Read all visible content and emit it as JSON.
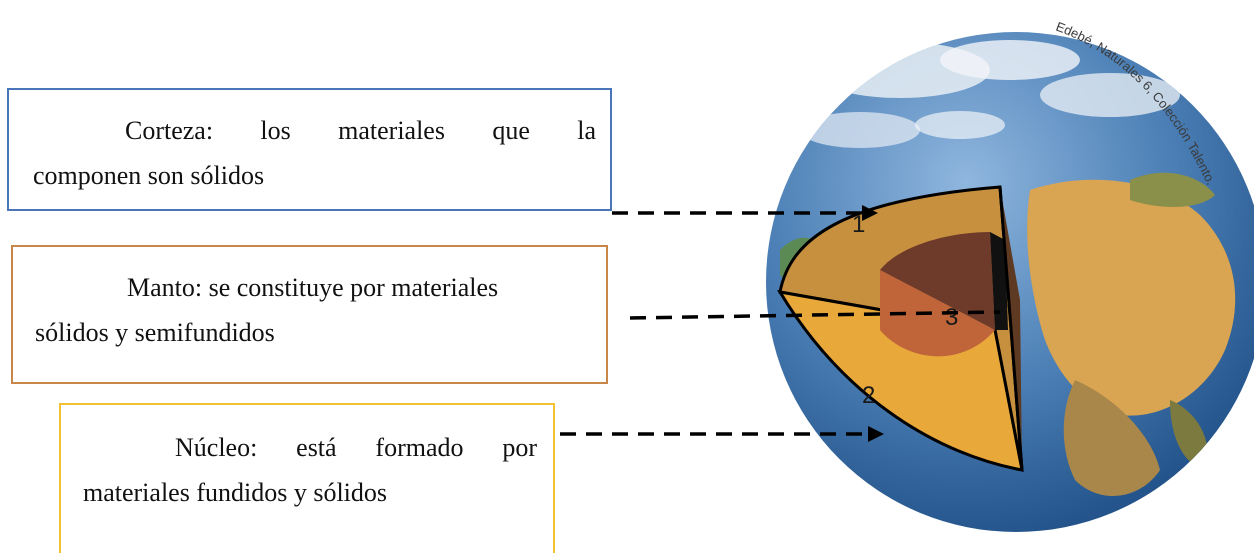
{
  "labels": {
    "corteza": {
      "line1": "Corteza: los materiales que la",
      "line2": "componen son sólidos"
    },
    "manto": {
      "line1": "Manto: se constituye por materiales",
      "line2": "sólidos y semifundidos"
    },
    "nucleo": {
      "line1": "Núcleo: está formado por",
      "line2": "materiales fundidos y sólidos"
    }
  },
  "layer_numbers": {
    "crust": "1",
    "core": "2",
    "mantle": "3"
  },
  "watermark": "Edebé, Naturales 6, Colección Talento.",
  "colors": {
    "corteza_border": "#4a75b8",
    "manto_border": "#c8874a",
    "nucleo_border": "#f2c233",
    "arrow": "#000000"
  }
}
